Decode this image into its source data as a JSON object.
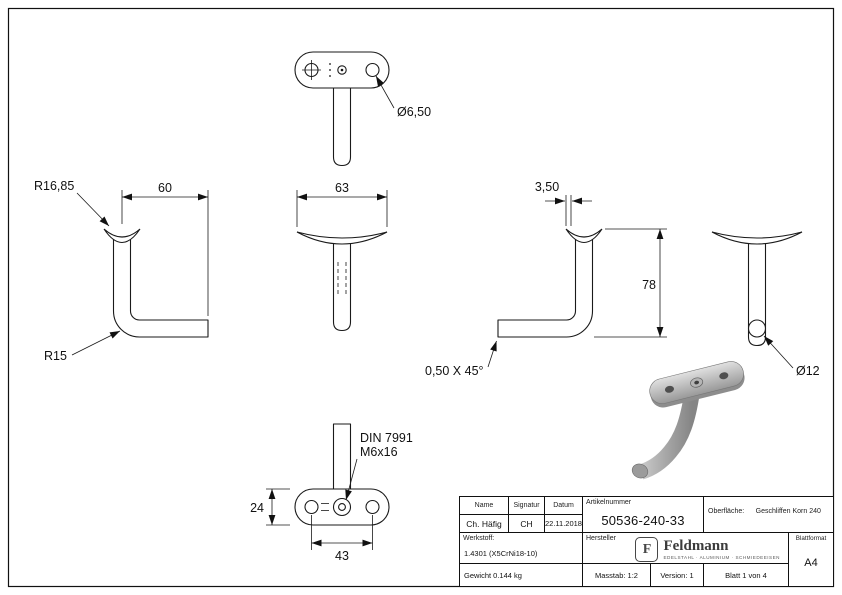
{
  "sheet": {
    "background": "#ffffff",
    "line_color": "#1a1a1a"
  },
  "dims": {
    "hole_dia": "Ø6,50",
    "length_60": "60",
    "saddle_radius": "R16,85",
    "bend_radius": "R15",
    "saddle_width": "63",
    "saddle_thickness": "3,50",
    "height_78": "78",
    "chamfer": "0,50 X 45°",
    "pipe_dia": "Ø12",
    "screw_standard": "DIN 7991",
    "screw_size": "M6x16",
    "plate_width": "24",
    "hole_spacing": "43"
  },
  "titleblock": {
    "name_label": "Name",
    "signatur_label": "Signatur",
    "datum_label": "Datum",
    "artikelnummer_label": "Artikelnummer",
    "name_value": "Ch. Häfig",
    "signatur_value": "CH",
    "datum_value": "22.11.2018",
    "artikelnummer_value": "50536-240-33",
    "oberflaeche_label": "Oberfläche:",
    "oberflaeche_value": "Geschliffen Korn 240",
    "werkstoff_label": "Werkstoff:",
    "werkstoff_value": "1.4301 (X5CrNi18-10)",
    "hersteller_label": "Hersteller",
    "gewicht": "Gewicht 0.144 kg",
    "masstab": "Masstab: 1:2",
    "version": "Version: 1",
    "blatt": "Blatt 1 von 4",
    "blattformat_label": "Blattformat",
    "blattformat_value": "A4",
    "logo_letter": "F",
    "logo_text": "Feldmann",
    "logo_tagline": "EDELSTAHL · ALUMINIUM · SCHMIEDEEISEN"
  }
}
